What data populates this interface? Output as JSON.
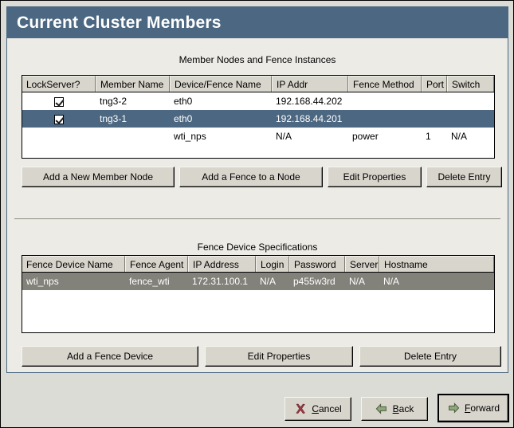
{
  "window": {
    "title": "Current Cluster Members"
  },
  "member_section": {
    "caption": "Member Nodes and Fence Instances",
    "columns": [
      "LockServer?",
      "Member Name",
      "Device/Fence Name",
      "IP Addr",
      "Fence Method",
      "Port",
      "Switch"
    ],
    "rows": [
      {
        "lockserver_checked": true,
        "member_name": "tng3-2",
        "device_fence_name": "eth0",
        "ip_addr": "192.168.44.202",
        "fence_method": "",
        "port": "",
        "switch": "",
        "selected": false
      },
      {
        "lockserver_checked": true,
        "member_name": "tng3-1",
        "device_fence_name": "eth0",
        "ip_addr": "192.168.44.201",
        "fence_method": "",
        "port": "",
        "switch": "",
        "selected": true
      },
      {
        "lockserver_checked": false,
        "member_name": "",
        "device_fence_name": "wti_nps",
        "ip_addr": "N/A",
        "fence_method": "power",
        "port": "1",
        "switch": "N/A",
        "selected": false
      }
    ],
    "buttons": {
      "add_member": "Add a New Member Node",
      "add_fence": "Add a Fence to a Node",
      "edit_properties": "Edit Properties",
      "delete_entry": "Delete Entry"
    }
  },
  "fence_section": {
    "caption": "Fence Device Specifications",
    "columns": [
      "Fence Device Name",
      "Fence Agent",
      "IP Address",
      "Login",
      "Password",
      "Server",
      "Hostname"
    ],
    "rows": [
      {
        "fence_device_name": "wti_nps",
        "fence_agent": "fence_wti",
        "ip_address": "172.31.100.1",
        "login": "N/A",
        "password": "p455w3rd",
        "server": "N/A",
        "hostname": "N/A",
        "selected": true
      }
    ],
    "buttons": {
      "add_fence_device": "Add a Fence Device",
      "edit_properties": "Edit Properties",
      "delete_entry": "Delete Entry"
    }
  },
  "navigation": {
    "cancel": {
      "prefix": "",
      "mnemonic": "C",
      "suffix": "ancel",
      "icon": "cancel-x-icon"
    },
    "back": {
      "prefix": "",
      "mnemonic": "B",
      "suffix": "ack",
      "icon": "arrow-left-icon"
    },
    "forward": {
      "prefix": "",
      "mnemonic": "F",
      "suffix": "orward",
      "icon": "arrow-right-icon",
      "focused": true
    }
  },
  "colors": {
    "title_bar": "#4c6781",
    "selection_active": "#4c6781",
    "selection_inactive": "#82817a",
    "panel_bg": "#edebe6",
    "dialog_bg": "#dcdcd6",
    "button_face": "#d8d5cc",
    "arrow_green": "#8fa87a",
    "cancel_red": "#9e3b44"
  }
}
